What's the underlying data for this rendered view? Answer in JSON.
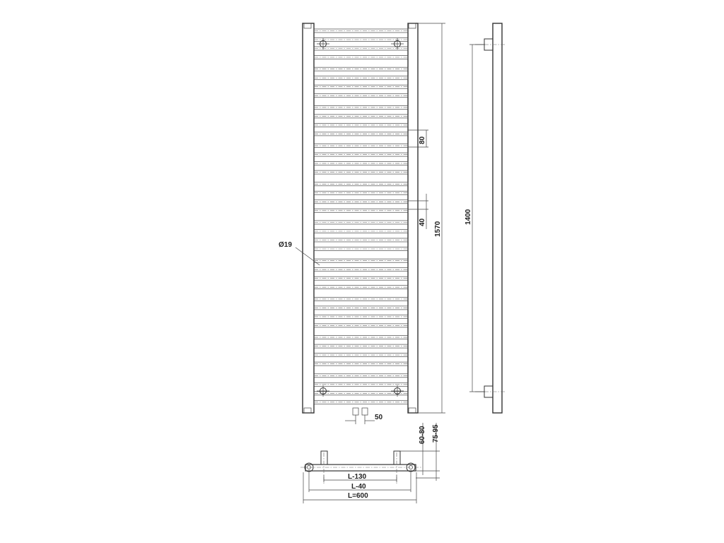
{
  "labels": {
    "diameter": "Ø19",
    "pitch": "80",
    "gap": "40",
    "height_total": "1570",
    "height_axis": "1400",
    "pipe_offset": "50",
    "depth_min": "60-80",
    "depth_max": "75-95",
    "width_inner": "L-130",
    "width_axis": "L-40",
    "width_total": "L=600"
  },
  "drawing": {
    "line_color": "#333333",
    "groups": 10,
    "tubes_per_group": 4
  }
}
